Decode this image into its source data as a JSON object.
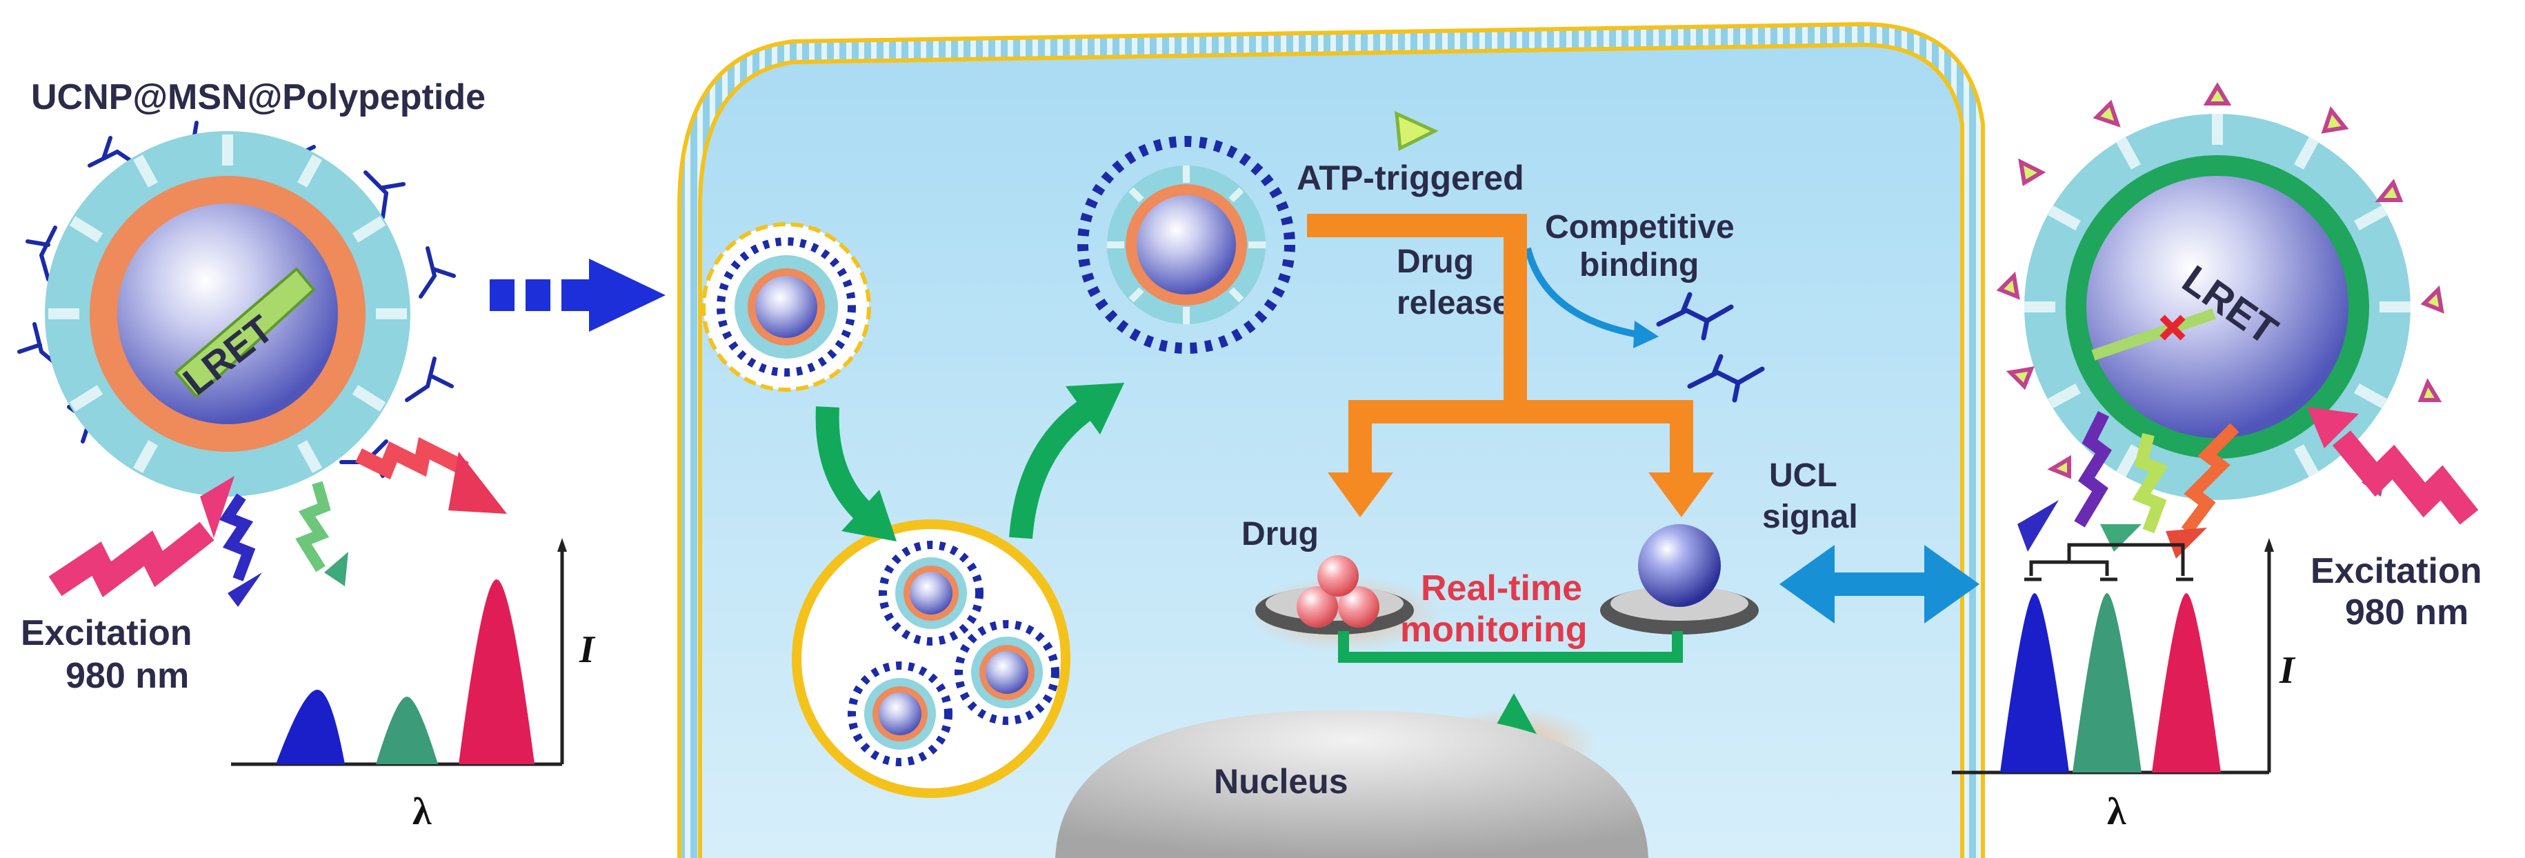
{
  "figure": {
    "left": {
      "title": "UCNP@MSN@Polypeptide",
      "core_label": "LRET",
      "excitation_line1": "Excitation",
      "excitation_line2": "980 nm",
      "axis_y": "I",
      "axis_x": "λ"
    },
    "cell": {
      "atp_label": "ATP-triggered",
      "drug_release_line1": "Drug",
      "drug_release_line2": "release",
      "competitive_line1": "Competitive",
      "competitive_line2": "binding",
      "drug_label": "Drug",
      "ucl_line1": "UCL",
      "ucl_line2": "signal",
      "monitor_line1": "Real-time",
      "monitor_line2": "monitoring",
      "nucleus_label": "Nucleus"
    },
    "right": {
      "core_label": "LRET",
      "excitation_line1": "Excitation",
      "excitation_line2": "980 nm",
      "axis_y": "I",
      "axis_x": "λ"
    }
  },
  "colors": {
    "cell_fill": "#bfe3f6",
    "membrane": "#f4c21a",
    "arrow_blue": "#1d2fd9",
    "arrow_green": "#12a95a",
    "arrow_orange": "#f58a22",
    "core": "#6a70c8",
    "shell_orange": "#ef8a5a",
    "shell_cyan": "#8fd4df",
    "peak_blue": "#1b1fc9",
    "peak_green": "#3c9b79",
    "peak_red": "#e11d57"
  }
}
